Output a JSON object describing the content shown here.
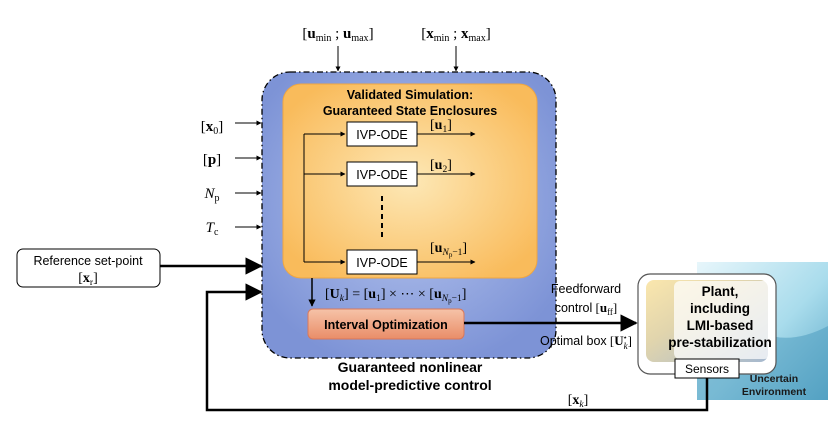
{
  "inputs": {
    "u_bounds": {
      "open": "[",
      "u1": "u",
      "sub1": "min",
      "sep": " ; ",
      "u2": "u",
      "sub2": "max",
      "close": "]"
    },
    "x_bounds": {
      "open": "[",
      "u1": "x",
      "sub1": "min",
      "sep": " ; ",
      "u2": "x",
      "sub2": "max",
      "close": "]"
    },
    "x0": {
      "open": "[",
      "u": "x",
      "sub": "0",
      "close": "]"
    },
    "p": {
      "text": "[p]",
      "open": "[",
      "u": "p",
      "close": "]"
    },
    "Np": {
      "main": "N",
      "sub": "p"
    },
    "Tc": {
      "main": "T",
      "sub": "c"
    }
  },
  "reference": {
    "label": "Reference set-point",
    "value": {
      "open": "[",
      "u": "x",
      "sub": "r",
      "close": "]"
    }
  },
  "validated_sim": {
    "title_line1": "Validated Simulation:",
    "title_line2": "Guaranteed State Enclosures"
  },
  "ivp": {
    "label": "IVP-ODE",
    "outputs": [
      {
        "u": "u",
        "sub": "1"
      },
      {
        "u": "u",
        "sub": "2"
      },
      {
        "u": "u",
        "sub": "N",
        "subsub": "p",
        "tail": "−1"
      }
    ]
  },
  "product": {
    "lhs": "U",
    "lhs_sub": "k",
    "eq": " = ",
    "t1": "u",
    "t1_sub": "1",
    "dots": " × ⋯ × ",
    "t2": "u",
    "t2_sub": "N",
    "t2_subsub": "p",
    "t2_tail": "−1"
  },
  "optimization": {
    "label": "Interval Optimization"
  },
  "controller": {
    "caption_line1": "Guaranteed nonlinear",
    "caption_line2": "model-predictive control"
  },
  "feedforward": {
    "line1": "Feedforward",
    "line2": "control",
    "u": "u",
    "sub": "ff"
  },
  "optimal_box": {
    "label": "Optimal box",
    "u": "U",
    "sub": "k",
    "sup": "⋆"
  },
  "plant": {
    "line1": "Plant,",
    "line2": "including",
    "line3": "LMI-based",
    "line4": "pre-stabilization",
    "sensors": "Sensors"
  },
  "environment": {
    "line1": "Uncertain",
    "line2": "Environment"
  },
  "feedback": {
    "u": "x",
    "sub": "k"
  },
  "colors": {
    "controller_fill": "#8fa3dc",
    "sim_fill": "#fbc46a",
    "opt_fill": "#ef9c7a",
    "env_fill": "#bfe6ef"
  }
}
